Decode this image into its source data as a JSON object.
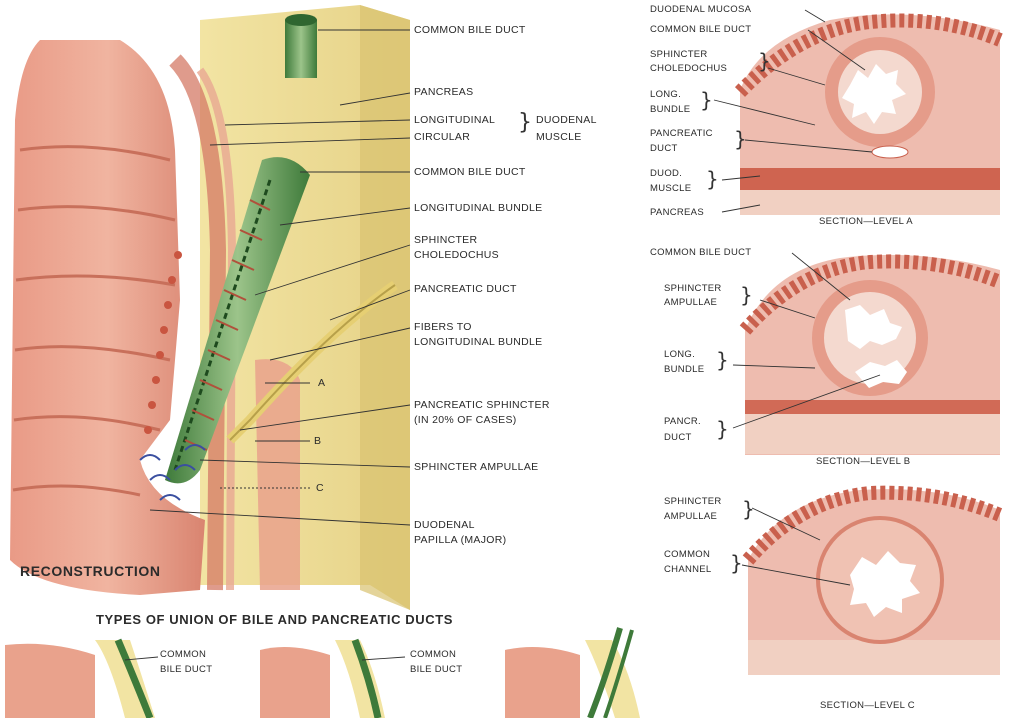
{
  "reconstruction": {
    "title": "RECONSTRUCTION",
    "labels": {
      "common_bile_duct_top": "COMMON BILE DUCT",
      "pancreas": "PANCREAS",
      "longitudinal": "LONGITUDINAL",
      "circular": "CIRCULAR",
      "duodenal": "DUODENAL",
      "muscle": "MUSCLE",
      "common_bile_duct_mid": "COMMON BILE DUCT",
      "longitudinal_bundle": "LONGITUDINAL BUNDLE",
      "sphincter": "SPHINCTER",
      "choledochus": "CHOLEDOCHUS",
      "pancreatic_duct": "PANCREATIC DUCT",
      "fibers_to": "FIBERS TO",
      "longitudinal_bundle_2": "LONGITUDINAL BUNDLE",
      "pancreatic_sphincter": "PANCREATIC SPHINCTER",
      "in_20_cases": "(IN 20% OF CASES)",
      "sphincter_ampullae": "SPHINCTER AMPULLAE",
      "duodenal_2": "DUODENAL",
      "papilla_major": "PAPILLA (MAJOR)",
      "level_a": "A",
      "level_b": "B",
      "level_c": "C"
    }
  },
  "section_a": {
    "caption": "SECTION—LEVEL A",
    "labels": {
      "duodenal_mucosa": "DUODENAL MUCOSA",
      "common_bile_duct": "COMMON BILE DUCT",
      "sphincter": "SPHINCTER",
      "choledochus": "CHOLEDOCHUS",
      "long": "LONG.",
      "bundle": "BUNDLE",
      "pancreatic": "PANCREATIC",
      "duct": "DUCT",
      "duod": "DUOD.",
      "muscle": "MUSCLE",
      "pancreas": "PANCREAS"
    }
  },
  "section_b": {
    "caption": "SECTION—LEVEL B",
    "labels": {
      "common_bile_duct": "COMMON BILE DUCT",
      "sphincter": "SPHINCTER",
      "ampullae": "AMPULLAE",
      "long": "LONG.",
      "bundle": "BUNDLE",
      "pancr": "PANCR.",
      "duct": "DUCT"
    }
  },
  "section_c": {
    "caption": "SECTION—LEVEL C",
    "labels": {
      "sphincter": "SPHINCTER",
      "ampullae": "AMPULLAE",
      "common": "COMMON",
      "channel": "CHANNEL"
    }
  },
  "types": {
    "title": "TYPES OF UNION OF BILE AND PANCREATIC DUCTS",
    "label1_common": "COMMON",
    "label1_bile": "BILE DUCT",
    "label2_common": "COMMON",
    "label2_bile": "BILE DUCT"
  },
  "colors": {
    "duodenum": "#e9a28c",
    "pancreas": "#ecdc96",
    "bile_duct": "#5f9a55",
    "muscle_red": "#c95540",
    "mucosa": "#e7a093"
  }
}
